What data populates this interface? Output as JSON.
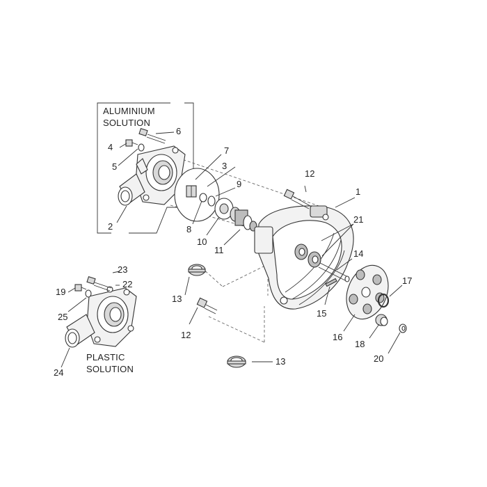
{
  "captions": {
    "aluminium_line1": "ALUMINIUM",
    "aluminium_line2": "SOLUTION",
    "plastic_line1": "PLASTIC",
    "plastic_line2": "SOLUTION"
  },
  "callouts": {
    "n1": "1",
    "n2": "2",
    "n3": "3",
    "n4": "4",
    "n5": "5",
    "n6": "6",
    "n7": "7",
    "n8": "8",
    "n9": "9",
    "n10": "10",
    "n11": "11",
    "n12a": "12",
    "n12b": "12",
    "n13a": "13",
    "n13b": "13",
    "n14": "14",
    "n15": "15",
    "n16": "16",
    "n17": "17",
    "n18": "18",
    "n19": "19",
    "n20": "20",
    "n21": "21",
    "n22": "22",
    "n23": "23",
    "n24": "24",
    "n25": "25"
  }
}
